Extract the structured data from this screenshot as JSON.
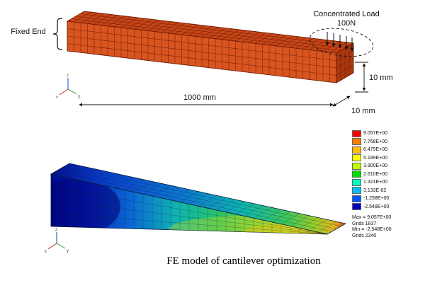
{
  "caption": "FE model of cantilever optimization",
  "beam_figure": {
    "fixed_end": "Fixed End",
    "load_line1": "Concentrated Load",
    "load_line2": "100N",
    "length_dim": "1000 mm",
    "height_dim": "10 mm",
    "width_dim": "10 mm",
    "colors": {
      "beam_top": "#c64617",
      "beam_front": "#d85520",
      "beam_end": "#a8380e",
      "mesh_line": "#7a1e05"
    }
  },
  "axes": {
    "x": "x",
    "y": "y",
    "z": "z"
  },
  "result_figure": {
    "legend": {
      "entries": [
        {
          "color": "#ff0000",
          "value": "9.057E+00"
        },
        {
          "color": "#ff7f00",
          "value": "7.768E+00"
        },
        {
          "color": "#ffbf00",
          "value": "6.479E+00"
        },
        {
          "color": "#ffff00",
          "value": "5.189E+00"
        },
        {
          "color": "#bfff00",
          "value": "3.900E+00"
        },
        {
          "color": "#00e000",
          "value": "2.610E+00"
        },
        {
          "color": "#00ffbf",
          "value": "1.321E+00"
        },
        {
          "color": "#00bfff",
          "value": "3.133E-02"
        },
        {
          "color": "#0055ff",
          "value": "-1.258E+00"
        },
        {
          "color": "#0000bf",
          "value": "-2.548E+00"
        }
      ]
    },
    "stats": {
      "max": "Max = 9.057E+00",
      "max_grid": "Grids 1837",
      "min": "Min = -2.548E+00",
      "min_grid": "Grids 2340"
    }
  }
}
